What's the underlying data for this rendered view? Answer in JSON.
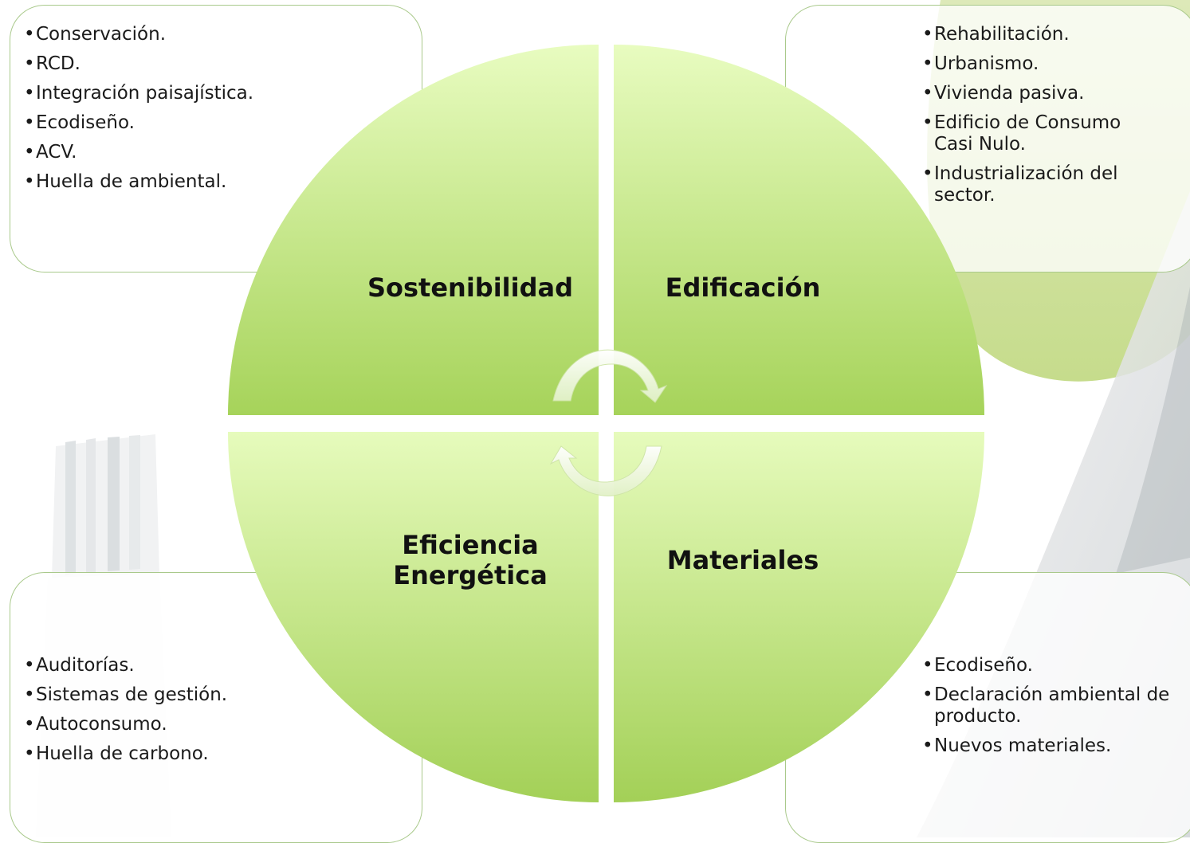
{
  "colors": {
    "quadrant_light": "#e8fcc0",
    "quadrant_dark": "#a6d35a",
    "box_border": "#a9c98b",
    "background_blob": "#c9dc94"
  },
  "quadrants": {
    "top_left": {
      "label": "Sostenibilidad",
      "items": [
        "Conservación.",
        "RCD.",
        "Integración paisajística.",
        "Ecodiseño.",
        "ACV.",
        "Huella de ambiental."
      ]
    },
    "top_right": {
      "label": "Edificación",
      "items": [
        "Rehabilitación.",
        "Urbanismo.",
        "Vivienda pasiva.",
        "Edificio de Consumo Casi Nulo.",
        "Industrialización del sector."
      ]
    },
    "bottom_left": {
      "label": "Eficiencia Energética",
      "items": [
        "Auditorías.",
        "Sistemas de gestión.",
        "Autoconsumo.",
        "Huella de carbono."
      ]
    },
    "bottom_right": {
      "label": "Materiales",
      "items": [
        "Ecodiseño.",
        "Declaración ambiental de producto.",
        "Nuevos materiales."
      ]
    }
  }
}
